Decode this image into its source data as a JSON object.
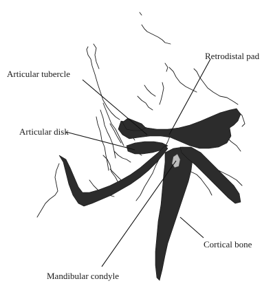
{
  "labels": {
    "retrodistal_pad": "Retrodistal pad",
    "articular_tubercle": "Articular tubercle",
    "articular_disk": "Articular disk",
    "cortical_bone": "Cortical bone",
    "mandibular_condyle": "Mandibular condyle"
  },
  "colors": {
    "tissue_fill": "#2c2c2c",
    "outline": "#1c1c1c",
    "background": "#ffffff"
  }
}
